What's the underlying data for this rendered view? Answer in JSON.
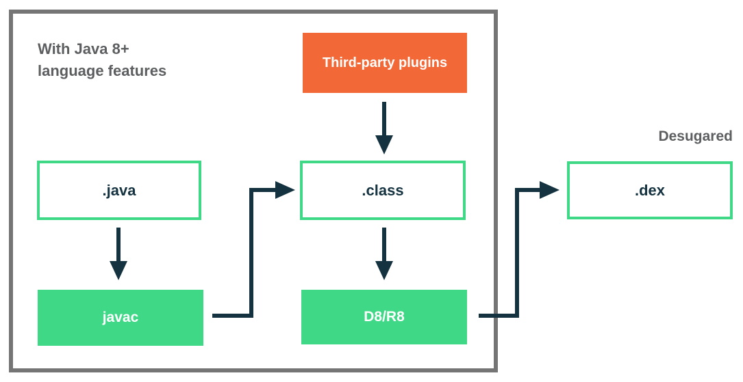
{
  "annotations": {
    "java8_note": "With Java 8+\nlanguage features",
    "desugared": "Desugared"
  },
  "nodes": {
    "third_party": {
      "label": "Third-party plugins"
    },
    "java": {
      "label": ".java"
    },
    "javac": {
      "label": "javac"
    },
    "class": {
      "label": ".class"
    },
    "d8r8": {
      "label": "D8/R8"
    },
    "dex": {
      "label": ".dex"
    }
  },
  "colors": {
    "green": "#3ed886",
    "orange": "#f26937",
    "navy": "#14323f",
    "frame_gray": "#757575",
    "text_gray": "#5c5e60"
  }
}
